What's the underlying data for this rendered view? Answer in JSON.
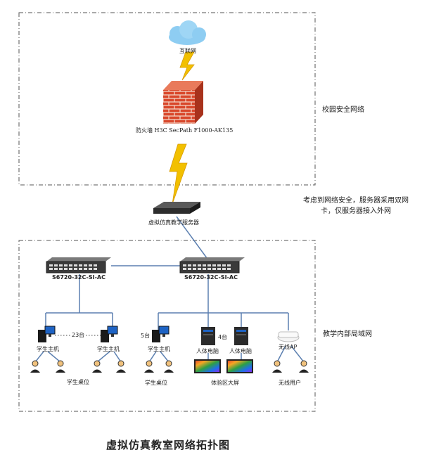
{
  "zones": {
    "campus_security": "校园安全网络",
    "teaching_lan": "教学内部局域网"
  },
  "nodes": {
    "internet": "互联网",
    "firewall": "防火墙 H3C SecPath F1000-AK135",
    "server": "虚拟仿真教学服务器",
    "switch_left": "S6720-32C-SI-AC",
    "switch_right": "S6720-32C-SI-AC",
    "host_a": "学生主机",
    "host_b": "学生主机",
    "host_c": "学生主机",
    "pc_a": "人体电脑",
    "pc_b": "人体电脑",
    "ap": "无线AP"
  },
  "counts": {
    "hosts_23": "23台",
    "hosts_5": "5台",
    "pcs_4": "4台"
  },
  "groups": {
    "desk_1": "学生桌位",
    "desk_2": "学生桌位",
    "screen": "体验区大屏",
    "wireless_users": "无线用户"
  },
  "note": "考虑到网络安全，服务器采用双网卡，仅服务器接入外网",
  "title": "虚拟仿真教室网络拓扑图",
  "colors": {
    "link": "#5b7fb0",
    "lightning": "#f2c000",
    "brick": "#d9472b",
    "cloud": "#8ecdf2",
    "dash": "#555555"
  }
}
